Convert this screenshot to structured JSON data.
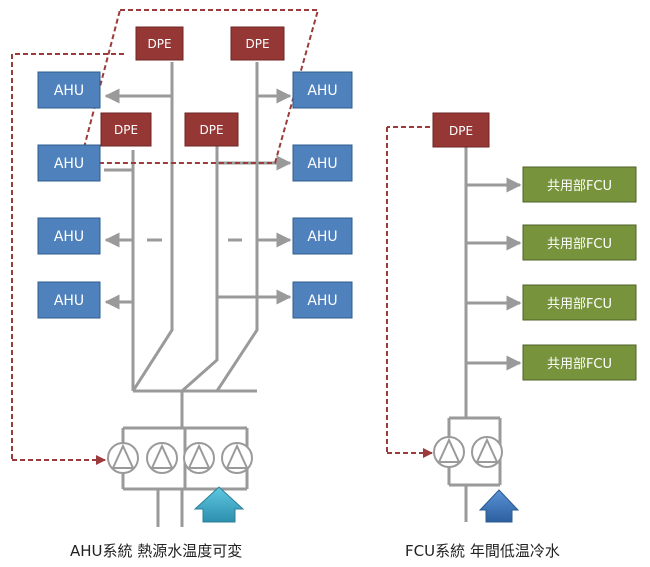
{
  "colors": {
    "pipe": "#9a9a9a",
    "dpe_fill": "#953735",
    "ahu_fill": "#4f81bd",
    "fcu_fill": "#77933c",
    "control_line": "#9b3b3b",
    "supply_arrow_left": "#4bacc6",
    "supply_arrow_right": "#4f81bd"
  },
  "ahu_system": {
    "dpe_labels": [
      "DPE",
      "DPE",
      "DPE",
      "DPE"
    ],
    "ahu_left_labels": [
      "AHU",
      "AHU",
      "AHU",
      "AHU"
    ],
    "ahu_right_labels": [
      "AHU",
      "AHU",
      "AHU",
      "AHU"
    ],
    "pump_count": 4,
    "caption": "AHU系統 熱源水温度可変"
  },
  "fcu_system": {
    "dpe_label": "DPE",
    "fcu_labels": [
      "共用部FCU",
      "共用部FCU",
      "共用部FCU",
      "共用部FCU"
    ],
    "pump_count": 2,
    "caption": "FCU系統 年間低温冷水"
  }
}
